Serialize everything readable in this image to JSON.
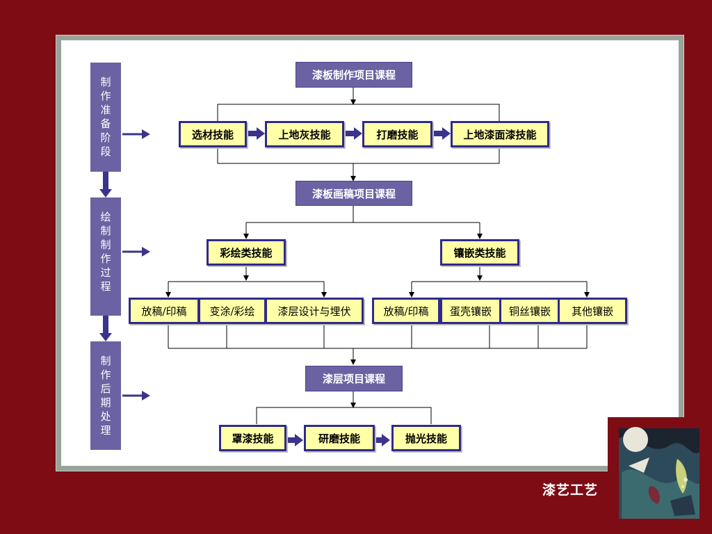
{
  "phases": [
    {
      "label": "制作准备阶段"
    },
    {
      "label": "绘制制作过程"
    },
    {
      "label": "制作后期处理"
    }
  ],
  "courses": {
    "c1": "漆板制作项目课程",
    "c2": "漆板画稿项目课程",
    "c3": "漆层项目课程"
  },
  "stage1_skills": [
    "选材技能",
    "上地灰技能",
    "打磨技能",
    "上地漆面漆技能"
  ],
  "stage2": {
    "left_group": "彩绘类技能",
    "right_group": "镶嵌类技能",
    "left_items": [
      "放稿/印稿",
      "变涂/彩绘",
      "漆层设计与埋伏"
    ],
    "right_items": [
      "放稿/印稿",
      "蛋壳镶嵌",
      "铜丝镶嵌",
      "其他镶嵌"
    ]
  },
  "stage3_skills": [
    "罩漆技能",
    "研磨技能",
    "抛光技能"
  ],
  "footer": {
    "brand": "漆艺工艺"
  },
  "colors": {
    "background": "#7d0c14",
    "course_fill": "#6a62a2",
    "skill_fill": "#ffffa8",
    "skill_border": "#2f2a8a"
  }
}
